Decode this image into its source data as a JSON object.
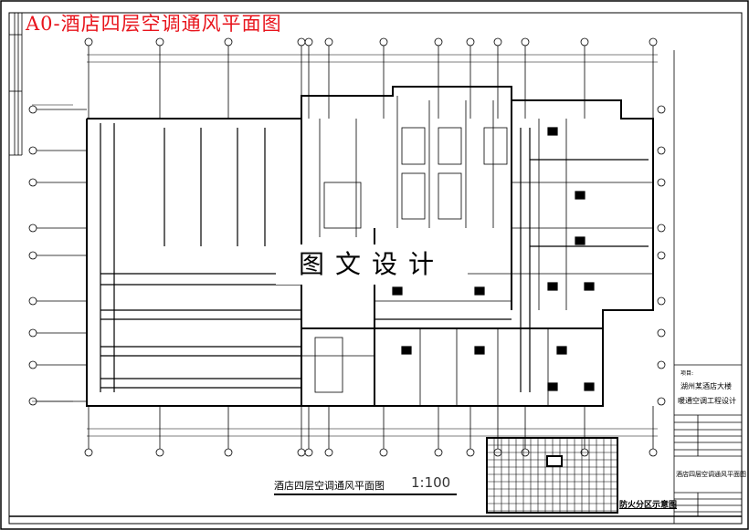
{
  "header": {
    "title": "A0-酒店四层空调通风平面图"
  },
  "watermark": "图文设计",
  "drawing": {
    "plan_title": "酒店四层空调通风平面图",
    "scale": "1:100",
    "fire_zone_label": "防火分区示意图"
  },
  "title_block": {
    "project_label": "项目:",
    "project_name": "湖州某酒店大楼",
    "project_scope": "暖通空调工程设计",
    "drawing_name": "酒店四层空调通风平面图"
  },
  "colors": {
    "title": "#e8141c",
    "lines": "#000000"
  }
}
